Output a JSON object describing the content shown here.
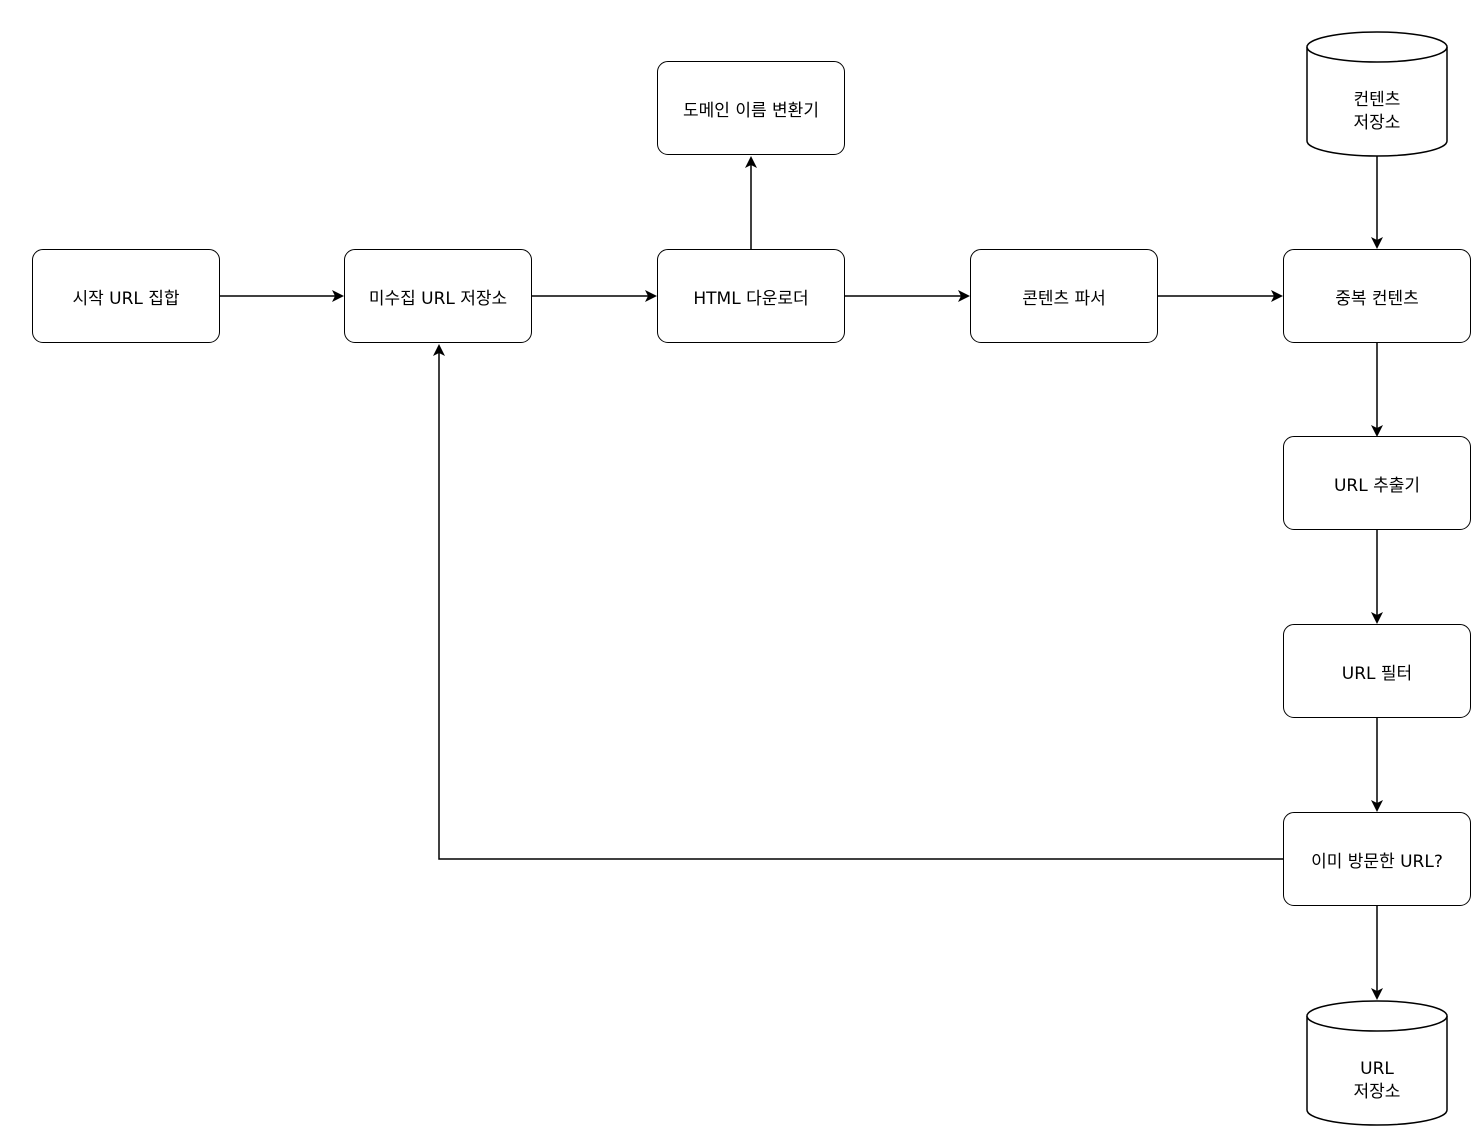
{
  "colors": {
    "stroke": "#000000",
    "fill": "#ffffff",
    "text": "#000000"
  },
  "nodes": {
    "seed_urls": "시작 URL 집합",
    "url_frontier": "미수집 URL 저장소",
    "dns_resolver": "도메인 이름 변환기",
    "html_downloader": "HTML 다운로더",
    "content_parser": "콘텐츠 파서",
    "content_seen": "중복 컨텐츠",
    "url_extractor": "URL 추출기",
    "url_filter": "URL 필터",
    "url_seen": "이미 방문한 URL?"
  },
  "storages": {
    "content_storage": [
      "컨텐츠",
      "저장소"
    ],
    "url_storage": [
      "URL",
      "저장소"
    ]
  }
}
